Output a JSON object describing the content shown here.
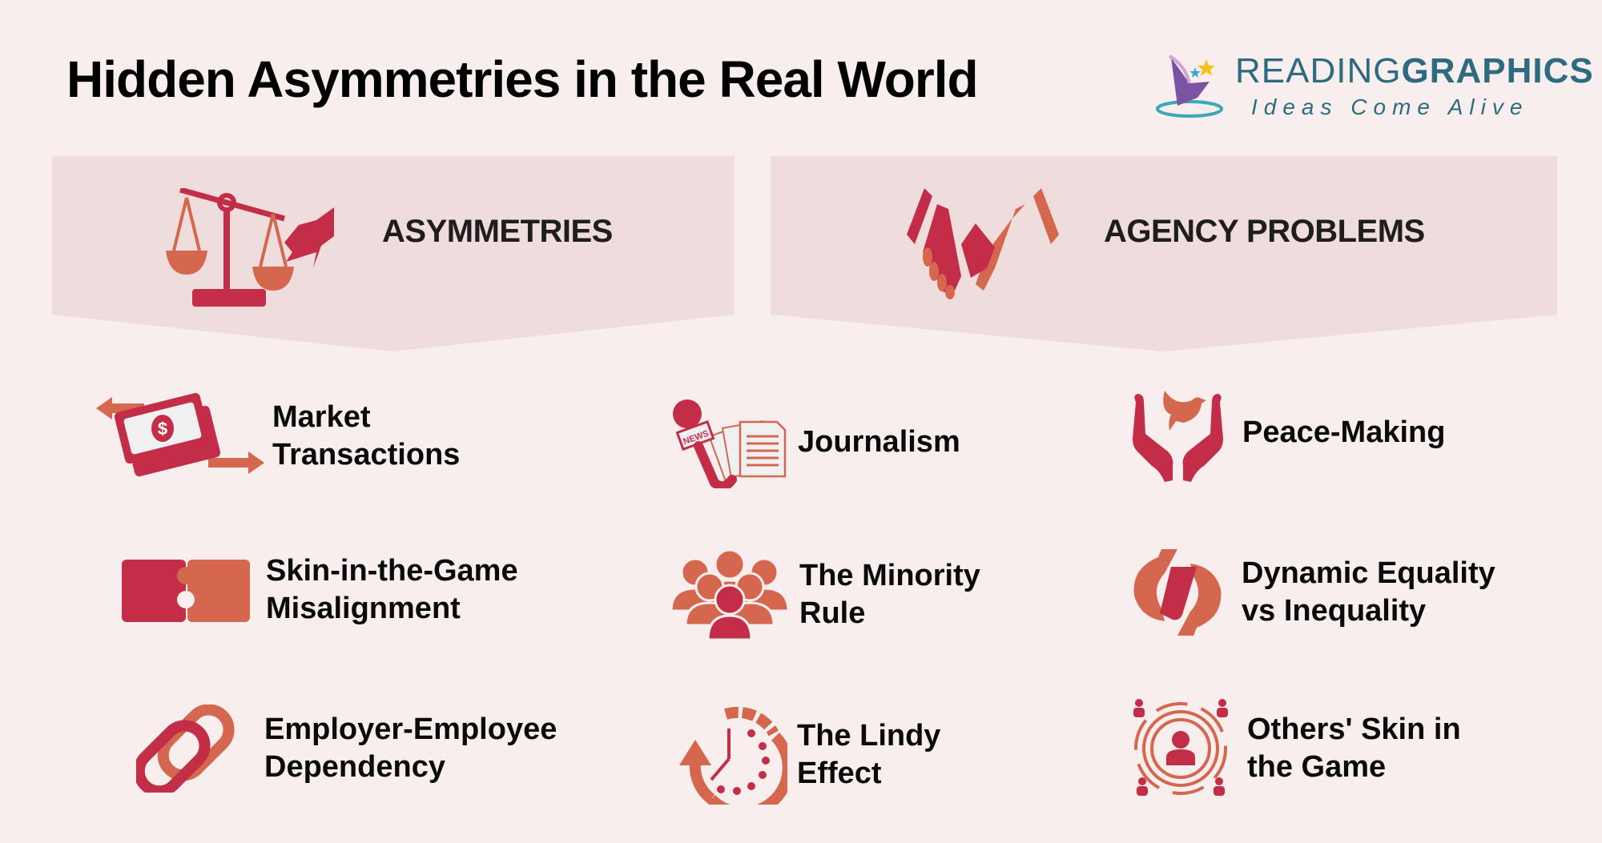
{
  "header": {
    "title": "Hidden Asymmetries in the Real World",
    "logo": {
      "brand_light": "READING",
      "brand_bold": "GRAPHICS",
      "tagline": "Ideas Come Alive"
    }
  },
  "colors": {
    "background": "#f8eeee",
    "banner": "#efdcdc",
    "crimson": "#c42d47",
    "coral": "#d4674d",
    "logo_teal": "#2c6b80"
  },
  "banners": [
    {
      "label": "ASYMMETRIES",
      "icon": "scales-icon"
    },
    {
      "label": "AGENCY PROBLEMS",
      "icon": "handshake-icon"
    }
  ],
  "items": [
    {
      "label": "Market\nTransactions",
      "icon": "money-exchange-icon"
    },
    {
      "label": "Skin-in-the-Game\nMisalignment",
      "icon": "puzzle-icon"
    },
    {
      "label": "Employer-Employee\nDependency",
      "icon": "chain-link-icon"
    },
    {
      "label": "Journalism",
      "icon": "news-microphone-icon"
    },
    {
      "label": "The Minority\nRule",
      "icon": "crowd-icon"
    },
    {
      "label": "The Lindy\nEffect",
      "icon": "clock-history-icon"
    },
    {
      "label": "Peace-Making",
      "icon": "hands-dove-icon"
    },
    {
      "label": "Dynamic Equality\nvs Inequality",
      "icon": "cycle-arrows-icon"
    },
    {
      "label": "Others' Skin in\nthe Game",
      "icon": "target-people-icon"
    }
  ]
}
